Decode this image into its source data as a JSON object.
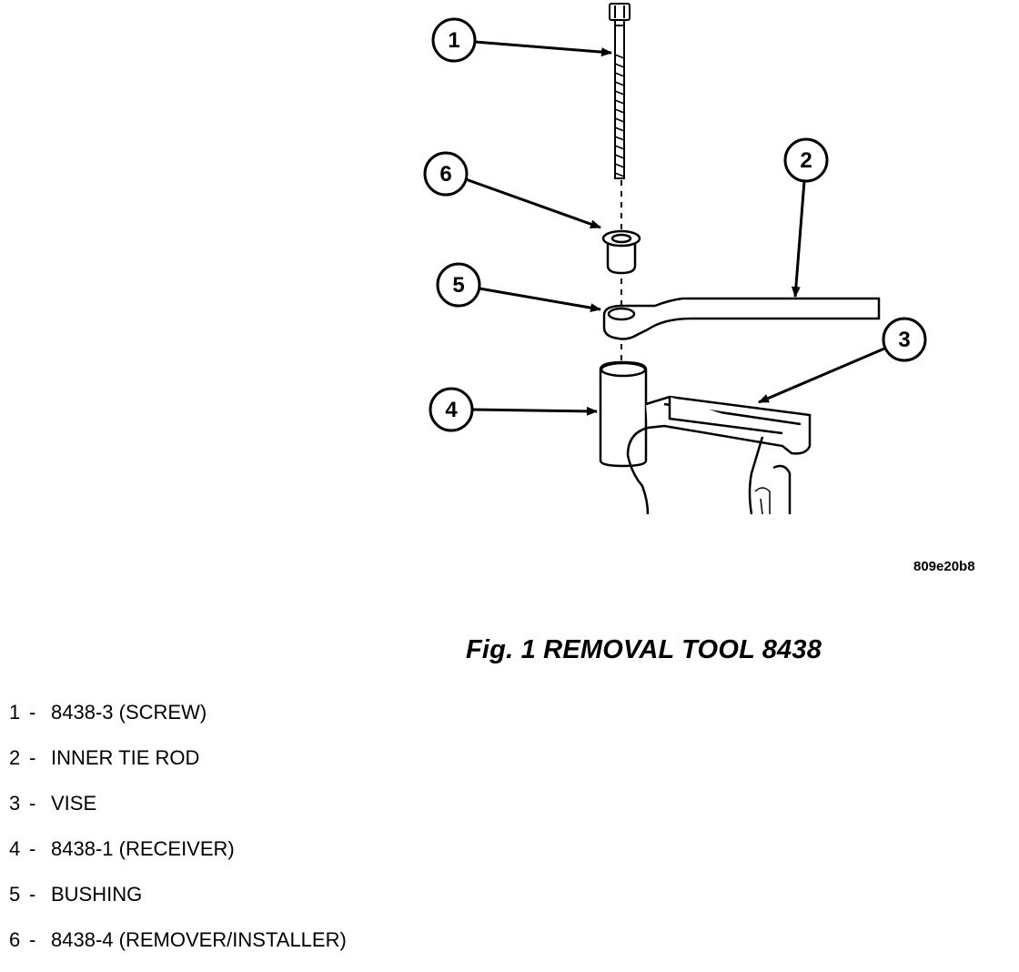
{
  "figure": {
    "id": "809e20b8",
    "caption": "Fig.  1 REMOVAL TOOL 8438"
  },
  "callouts": [
    "1",
    "2",
    "3",
    "4",
    "5",
    "6"
  ],
  "legend": [
    {
      "num": "1",
      "sep": "-",
      "text": "8438-3 (SCREW)"
    },
    {
      "num": "2",
      "sep": "-",
      "text": "INNER TIE ROD"
    },
    {
      "num": "3",
      "sep": "-",
      "text": "VISE"
    },
    {
      "num": "4",
      "sep": "-",
      "text": "8438-1 (RECEIVER)"
    },
    {
      "num": "5",
      "sep": "-",
      "text": "BUSHING"
    },
    {
      "num": "6",
      "sep": "-",
      "text": "8438-4 (REMOVER/INSTALLER)"
    }
  ]
}
